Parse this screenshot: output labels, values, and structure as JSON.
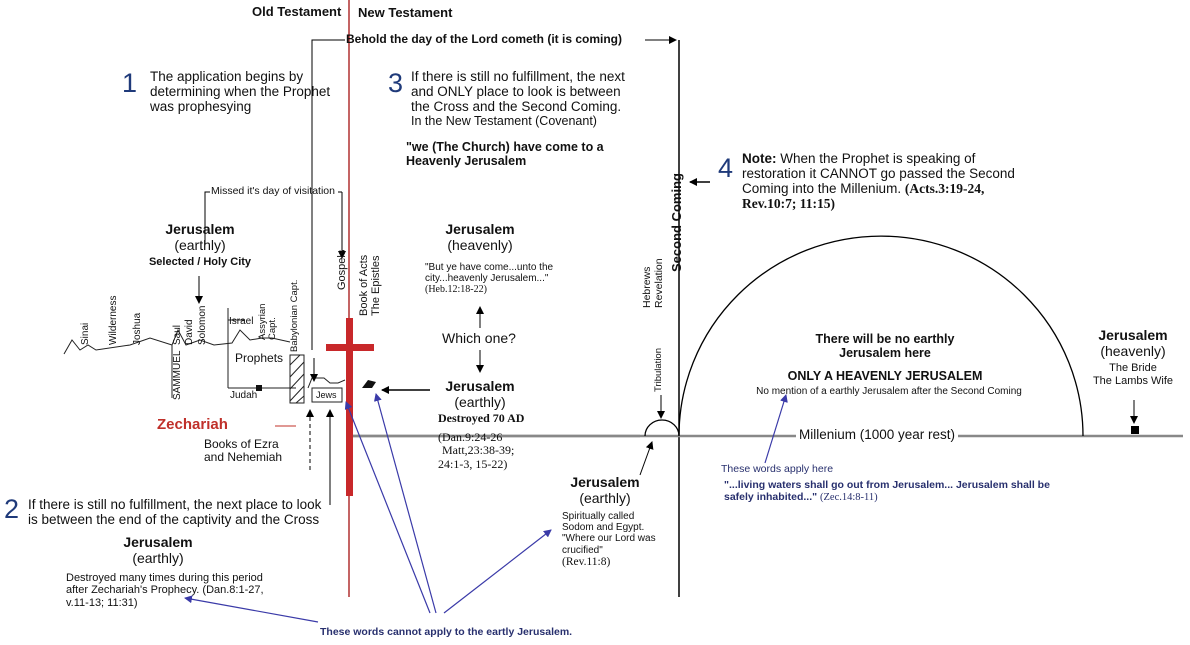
{
  "header": {
    "old_testament": "Old Testament",
    "new_testament": "New Testament",
    "behold": "Behold the day of the Lord cometh (it is coming)"
  },
  "steps": [
    {
      "number": "1",
      "lines": [
        "The application begins by",
        "determining when the Prophet",
        "was prophesying"
      ]
    },
    {
      "number": "2",
      "lines": [
        "If there is still no fulfillment, the next place to look",
        "is between the end of the captivity and the Cross"
      ]
    },
    {
      "number": "3",
      "lines": [
        "If there is still no fulfillment, the next",
        "and ONLY place to look is between",
        "the Cross and the Second Coming.",
        "In the New Testament (Covenant)"
      ],
      "quote": [
        "\"we (The Church) have come to a",
        "Heavenly Jerusalem"
      ]
    },
    {
      "number": "4",
      "note_label": "Note:",
      "lines": [
        "When the Prophet is speaking of",
        "restoration it CANNOT go passed the Second",
        "Coming into the Millenium."
      ],
      "refs": [
        "(Acts.3:19-24,",
        "Rev.10:7; 11:15)"
      ]
    }
  ],
  "jerusalems": {
    "selected": {
      "name": "Jerusalem",
      "kind": "(earthly)",
      "sub": "Selected / Holy City"
    },
    "between": {
      "name": "Jerusalem",
      "kind": "(earthly)",
      "lines": [
        "Destroyed many times during this period",
        "after Zechariah's Prophecy. (Dan.8:1-27,",
        "v.11-13; 11:31)"
      ]
    },
    "heavenly_top": {
      "name": "Jerusalem",
      "kind": "(heavenly)",
      "lines": [
        "\"But ye have come...unto the",
        "city...heavenly Jerusalem...\""
      ],
      "ref": "(Heb.12:18-22)"
    },
    "which_one": "Which one?",
    "destroyed": {
      "name": "Jerusalem",
      "kind": "(earthly)",
      "destroyed": "Destroyed 70 AD",
      "refs": [
        "(Dan.9:24-26",
        "Matt,23:38-39;",
        "24:1-3, 15-22)"
      ]
    },
    "spiritual": {
      "name": "Jerusalem",
      "kind": "(earthly)",
      "lines": [
        "Spiritually called",
        "Sodom and Egypt.",
        "\"Where our Lord was",
        "crucified\""
      ],
      "ref": "(Rev.11:8)"
    },
    "bride": {
      "name": "Jerusalem",
      "kind": "(heavenly)",
      "lines": [
        "The Bride",
        "The Lambs Wife"
      ]
    }
  },
  "timeline": {
    "missed": "Missed it's day of visitation",
    "place_names": [
      "Sinai",
      "Wilderness",
      "Joshua",
      "Saul",
      "David",
      "Solomon"
    ],
    "samuel": "SAMMUEL",
    "israel": "Israel",
    "assyrian": [
      "Assyrian",
      "Capt."
    ],
    "prophets": "Prophets",
    "judah": "Judah",
    "babylonian": "Babylonian Capt.",
    "jews": "Jews",
    "zechariah": "Zechariah",
    "ezra": [
      "Books of Ezra",
      "and Nehemiah"
    ],
    "gospels": "Gospels",
    "acts": [
      "Book of Acts",
      "The Epistles"
    ],
    "hebrews": [
      "Hebrews",
      "Revelation"
    ],
    "tribulation": "Tribulation",
    "second_coming": "Second Coming",
    "millenium": "Millenium (1000 year rest)"
  },
  "millenium_box": {
    "no_earthly": [
      "There will be no earthly",
      "Jerusalem here"
    ],
    "only": "ONLY A HEAVENLY JERUSALEM",
    "no_mention": "No mention of a earthly Jerusalem after the Second Coming",
    "apply_here": "These words apply here",
    "quote": [
      "\"...living waters shall go out from Jerusalem... Jerusalem shall be",
      "safely inhabited...\""
    ],
    "quote_ref": "(Zec.14:8-11)"
  },
  "cannot_apply": "These words cannot apply to the eartly Jerusalem.",
  "colors": {
    "accent_blue": "#1f3a7a",
    "arrow_blue": "#3a3aa8",
    "cross_red": "#c8282a",
    "zechariah_red": "#c0302a",
    "timeline_grey": "#888888"
  }
}
